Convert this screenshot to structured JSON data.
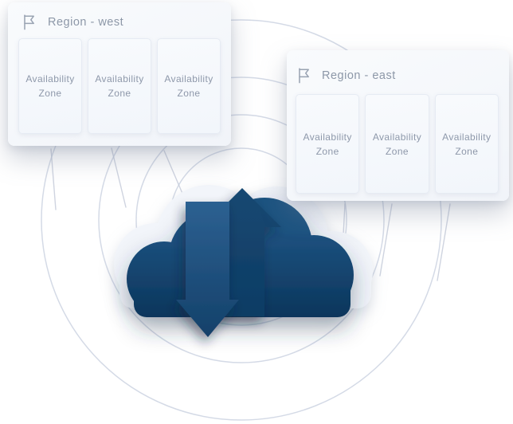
{
  "diagram": {
    "title": "cloud-regions-availability-zones",
    "regions": [
      {
        "title": "Region - west",
        "icon": "flag-icon",
        "zones": [
          {
            "label": "Availability Zone"
          },
          {
            "label": "Availability Zone"
          },
          {
            "label": "Availability Zone"
          }
        ]
      },
      {
        "title": "Region - east",
        "icon": "flag-icon",
        "zones": [
          {
            "label": "Availability Zone"
          },
          {
            "label": "Availability Zone"
          },
          {
            "label": "Availability Zone"
          }
        ]
      }
    ],
    "center_graphic": {
      "name": "cloud-with-up-down-arrows",
      "meaning": "data transfer between regions and the cloud"
    },
    "background": {
      "rings": 4,
      "ring_color": "#cdd3e2"
    },
    "colors": {
      "cloud_navy_dark": "#0b355b",
      "cloud_navy_light": "#1d5280",
      "arrow_down_light": "#2d6192",
      "card_background": "#f4f7fb",
      "zone_border": "#e6ebf3",
      "text_muted": "#8d98a8",
      "ring": "#cdd3e2"
    }
  }
}
